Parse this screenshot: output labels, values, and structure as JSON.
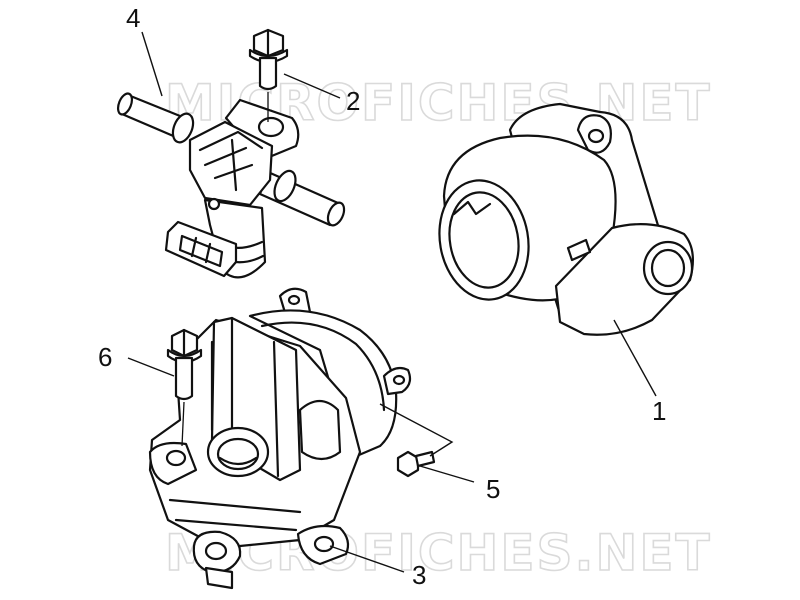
{
  "watermark": "MICROFICHES.NET",
  "callouts": {
    "c1": "1",
    "c2": "2",
    "c3": "3",
    "c4": "4",
    "c5": "5",
    "c6": "6"
  }
}
